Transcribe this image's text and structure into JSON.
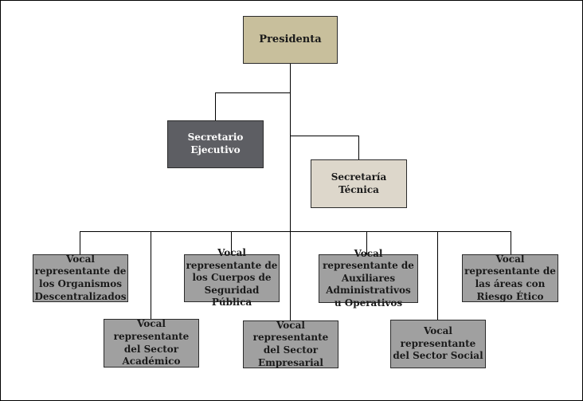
{
  "diagram": {
    "title_box": {
      "label": "Presidenta",
      "color": "#c8bf9c"
    },
    "secretario": {
      "label": "Secretario Ejecutivo",
      "color": "#5d5e63"
    },
    "secretaria": {
      "label": "Secretaría Técnica",
      "color": "#ddd7cb"
    },
    "vocales_color": "#a0a0a0",
    "vocales": [
      {
        "label": "Vocal representante de los Organismos Descentralizados"
      },
      {
        "label": "Vocal representante del Sector Académico"
      },
      {
        "label": "Vocal representante de los Cuerpos de Seguridad Pública"
      },
      {
        "label": "Vocal representante del Sector Empresarial"
      },
      {
        "label": "Vocal representante de Auxiliares Administrativos u Operativos"
      },
      {
        "label": "Vocal representante del Sector Social"
      },
      {
        "label": "Vocal representante de las áreas con Riesgo Ético"
      }
    ]
  }
}
